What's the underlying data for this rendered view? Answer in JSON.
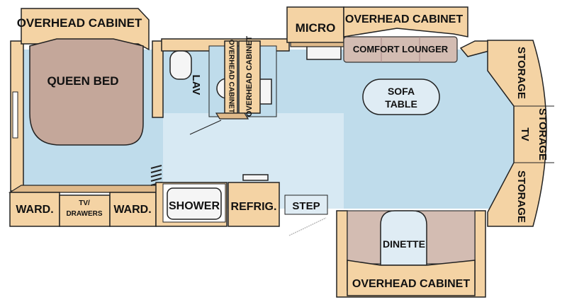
{
  "floorplan": {
    "labels": {
      "overhead_cabinet_bed": "OVERHEAD CABINET",
      "queen_bed": "QUEEN BED",
      "lav": "LAV",
      "overhead_cabinet_bath_1": "OVERHEAD CABINET",
      "overhead_cabinet_bath_2": "OVERHEAD CABINET",
      "micro": "MICRO",
      "overhead_cabinet_lounger": "OVERHEAD CABINET",
      "comfort_lounger": "COMFORT LOUNGER",
      "sofa_table_1": "SOFA",
      "sofa_table_2": "TABLE",
      "storage_top": "STORAGE",
      "storage_mid": "STORAGE",
      "tv": "TV",
      "storage_bottom": "STORAGE",
      "ward_left": "WARD.",
      "tv_drawers_1": "TV/",
      "tv_drawers_2": "DRAWERS",
      "ward_right": "WARD.",
      "shower": "SHOWER",
      "refrig": "REFRIG.",
      "step": "STEP",
      "dinette": "DINETTE",
      "overhead_cabinet_dinette": "OVERHEAD CABINET"
    },
    "colors": {
      "cabinet": "#f4d3a4",
      "floor": "#bfdceb",
      "bed": "#c4a79a",
      "lounger": "#d3bcb2"
    }
  }
}
